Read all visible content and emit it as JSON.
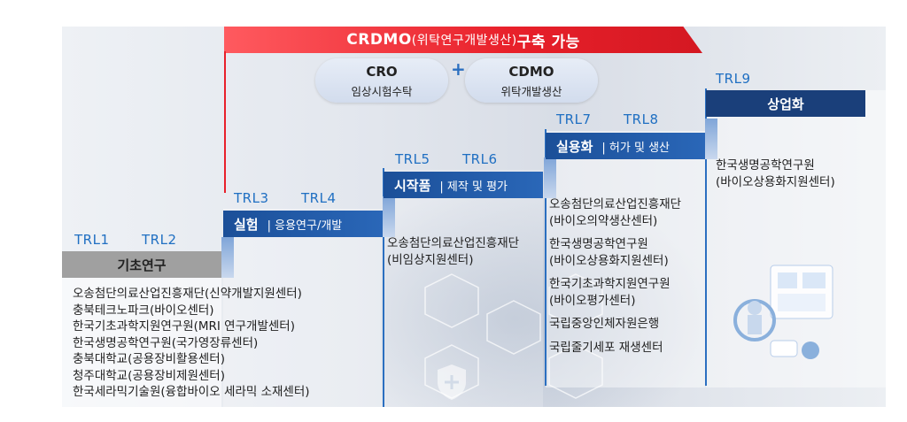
{
  "banner": {
    "main": "CRDMO",
    "paren": "(위탁연구개발생산)",
    "tail": "구축 가능"
  },
  "cro": {
    "title": "CRO",
    "sub": "임상시험수탁"
  },
  "plus": "+",
  "cdmo": {
    "title": "CDMO",
    "sub": "위탁개발생산"
  },
  "steps": {
    "s1": {
      "trl_a": "TRL1",
      "trl_b": "TRL2",
      "title": "기초연구",
      "institutions": [
        "오송첨단의료산업진흥재단(신약개발지원센터)",
        "충북테크노파크(바이오센터)",
        "한국기초과학지원연구원(MRI 연구개발센터)",
        "한국생명공학연구원(국가영장류센터)",
        "충북대학교(공용장비활용센터)",
        "청주대학교(공용장비제원센터)",
        "한국세라믹기술원(융합바이오 세라믹 소재센터)"
      ]
    },
    "s2": {
      "trl_a": "TRL3",
      "trl_b": "TRL4",
      "title": "실험",
      "sub": "| 응용연구/개발"
    },
    "s3": {
      "trl_a": "TRL5",
      "trl_b": "TRL6",
      "title": "시작품",
      "sub": "| 제작 및 평가",
      "institutions": [
        "오송첨단의료산업진흥재단",
        "(비임상지원센터)"
      ]
    },
    "s4": {
      "trl_a": "TRL7",
      "trl_b": "TRL8",
      "title": "실용화",
      "sub": "| 허가 및 생산",
      "institutions": [
        "오송첨단의료산업진흥재단",
        "(바이오의약생산센터)",
        "한국생명공학연구원",
        "(바이오상용화지원센터)",
        "한국기초과학지원연구원",
        "(바이오평가센터)",
        "국립중앙인체자원은행",
        "국립줄기세포 재생센터"
      ]
    },
    "s5": {
      "trl_a": "TRL9",
      "title": "상업화",
      "institutions": [
        "한국생명공학연구원",
        "(바이오상용화지원센터)"
      ]
    }
  },
  "colors": {
    "banner_red": "#e8202a",
    "stage_blue": "#1b4f98",
    "stage_navy": "#1a3f7a",
    "stage_grey": "#a0a0a0",
    "trl_text": "#1f6fc2"
  }
}
